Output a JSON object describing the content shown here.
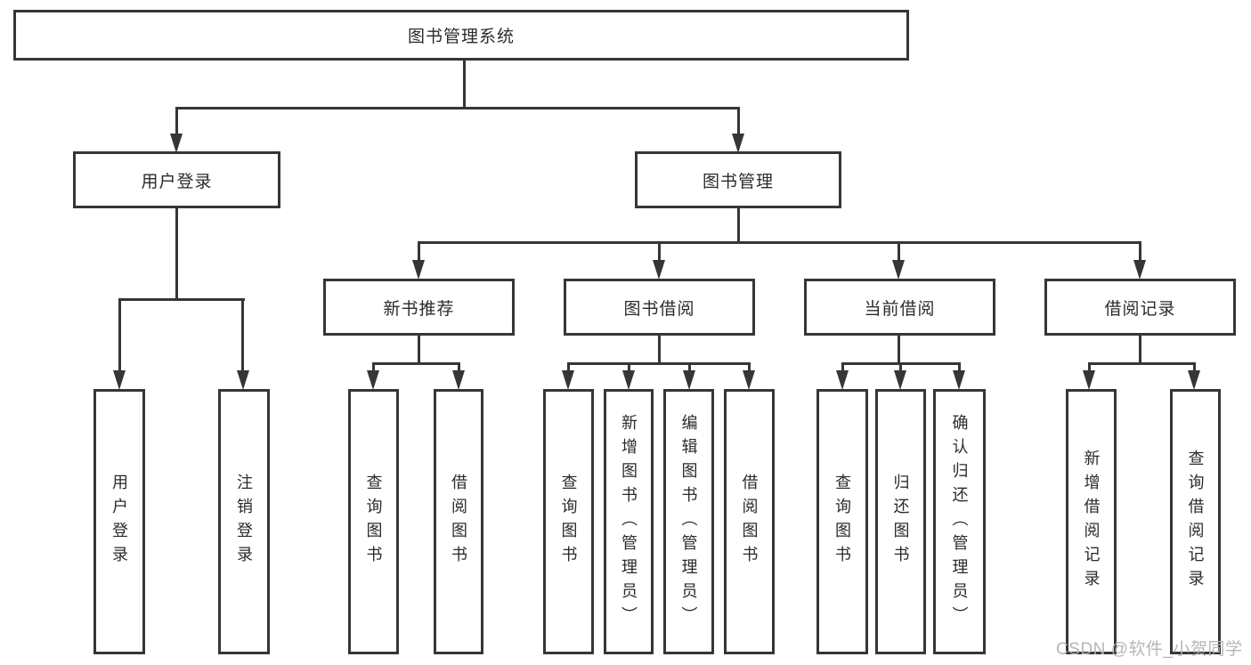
{
  "colors": {
    "line": "#363636",
    "text": "#2b2b2b",
    "background": "#ffffff",
    "watermark": "#b2b2b2"
  },
  "watermark": {
    "text": "CSDN @软件_小贺同学"
  },
  "tree": {
    "root": {
      "label": "图书管理系统"
    },
    "level1": [
      {
        "label": "用户登录"
      },
      {
        "label": "图书管理"
      }
    ],
    "level2": [
      {
        "label": "新书推荐"
      },
      {
        "label": "图书借阅"
      },
      {
        "label": "当前借阅"
      },
      {
        "label": "借阅记录"
      }
    ],
    "leaves": {
      "user_login": [
        {
          "label": "用户登录"
        },
        {
          "label": "注销登录"
        }
      ],
      "new_books": [
        {
          "label": "查询图书"
        },
        {
          "label": "借阅图书"
        }
      ],
      "book_borrow": [
        {
          "label": "查询图书"
        },
        {
          "label": "新增图书（管理员）"
        },
        {
          "label": "编辑图书（管理员）"
        },
        {
          "label": "借阅图书"
        }
      ],
      "current_borrow": [
        {
          "label": "查询图书"
        },
        {
          "label": "归还图书"
        },
        {
          "label": "确认归还（管理员）"
        }
      ],
      "borrow_records": [
        {
          "label": "新增借阅记录"
        },
        {
          "label": "查询借阅记录"
        }
      ]
    }
  }
}
